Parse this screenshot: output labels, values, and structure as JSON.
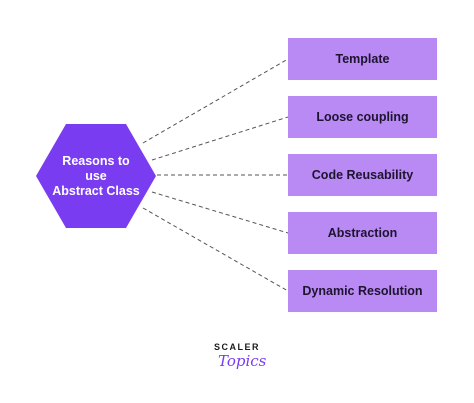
{
  "center": {
    "line1": "Reasons to",
    "line2": "use",
    "line3": "Abstract Class",
    "color": "#7a3cf0"
  },
  "reasons": [
    "Template",
    "Loose coupling",
    "Code Reusability",
    "Abstraction",
    "Dynamic Resolution"
  ],
  "box_color": "#b989f4",
  "logo": {
    "line1": "SCALER",
    "line2": "Topics"
  }
}
